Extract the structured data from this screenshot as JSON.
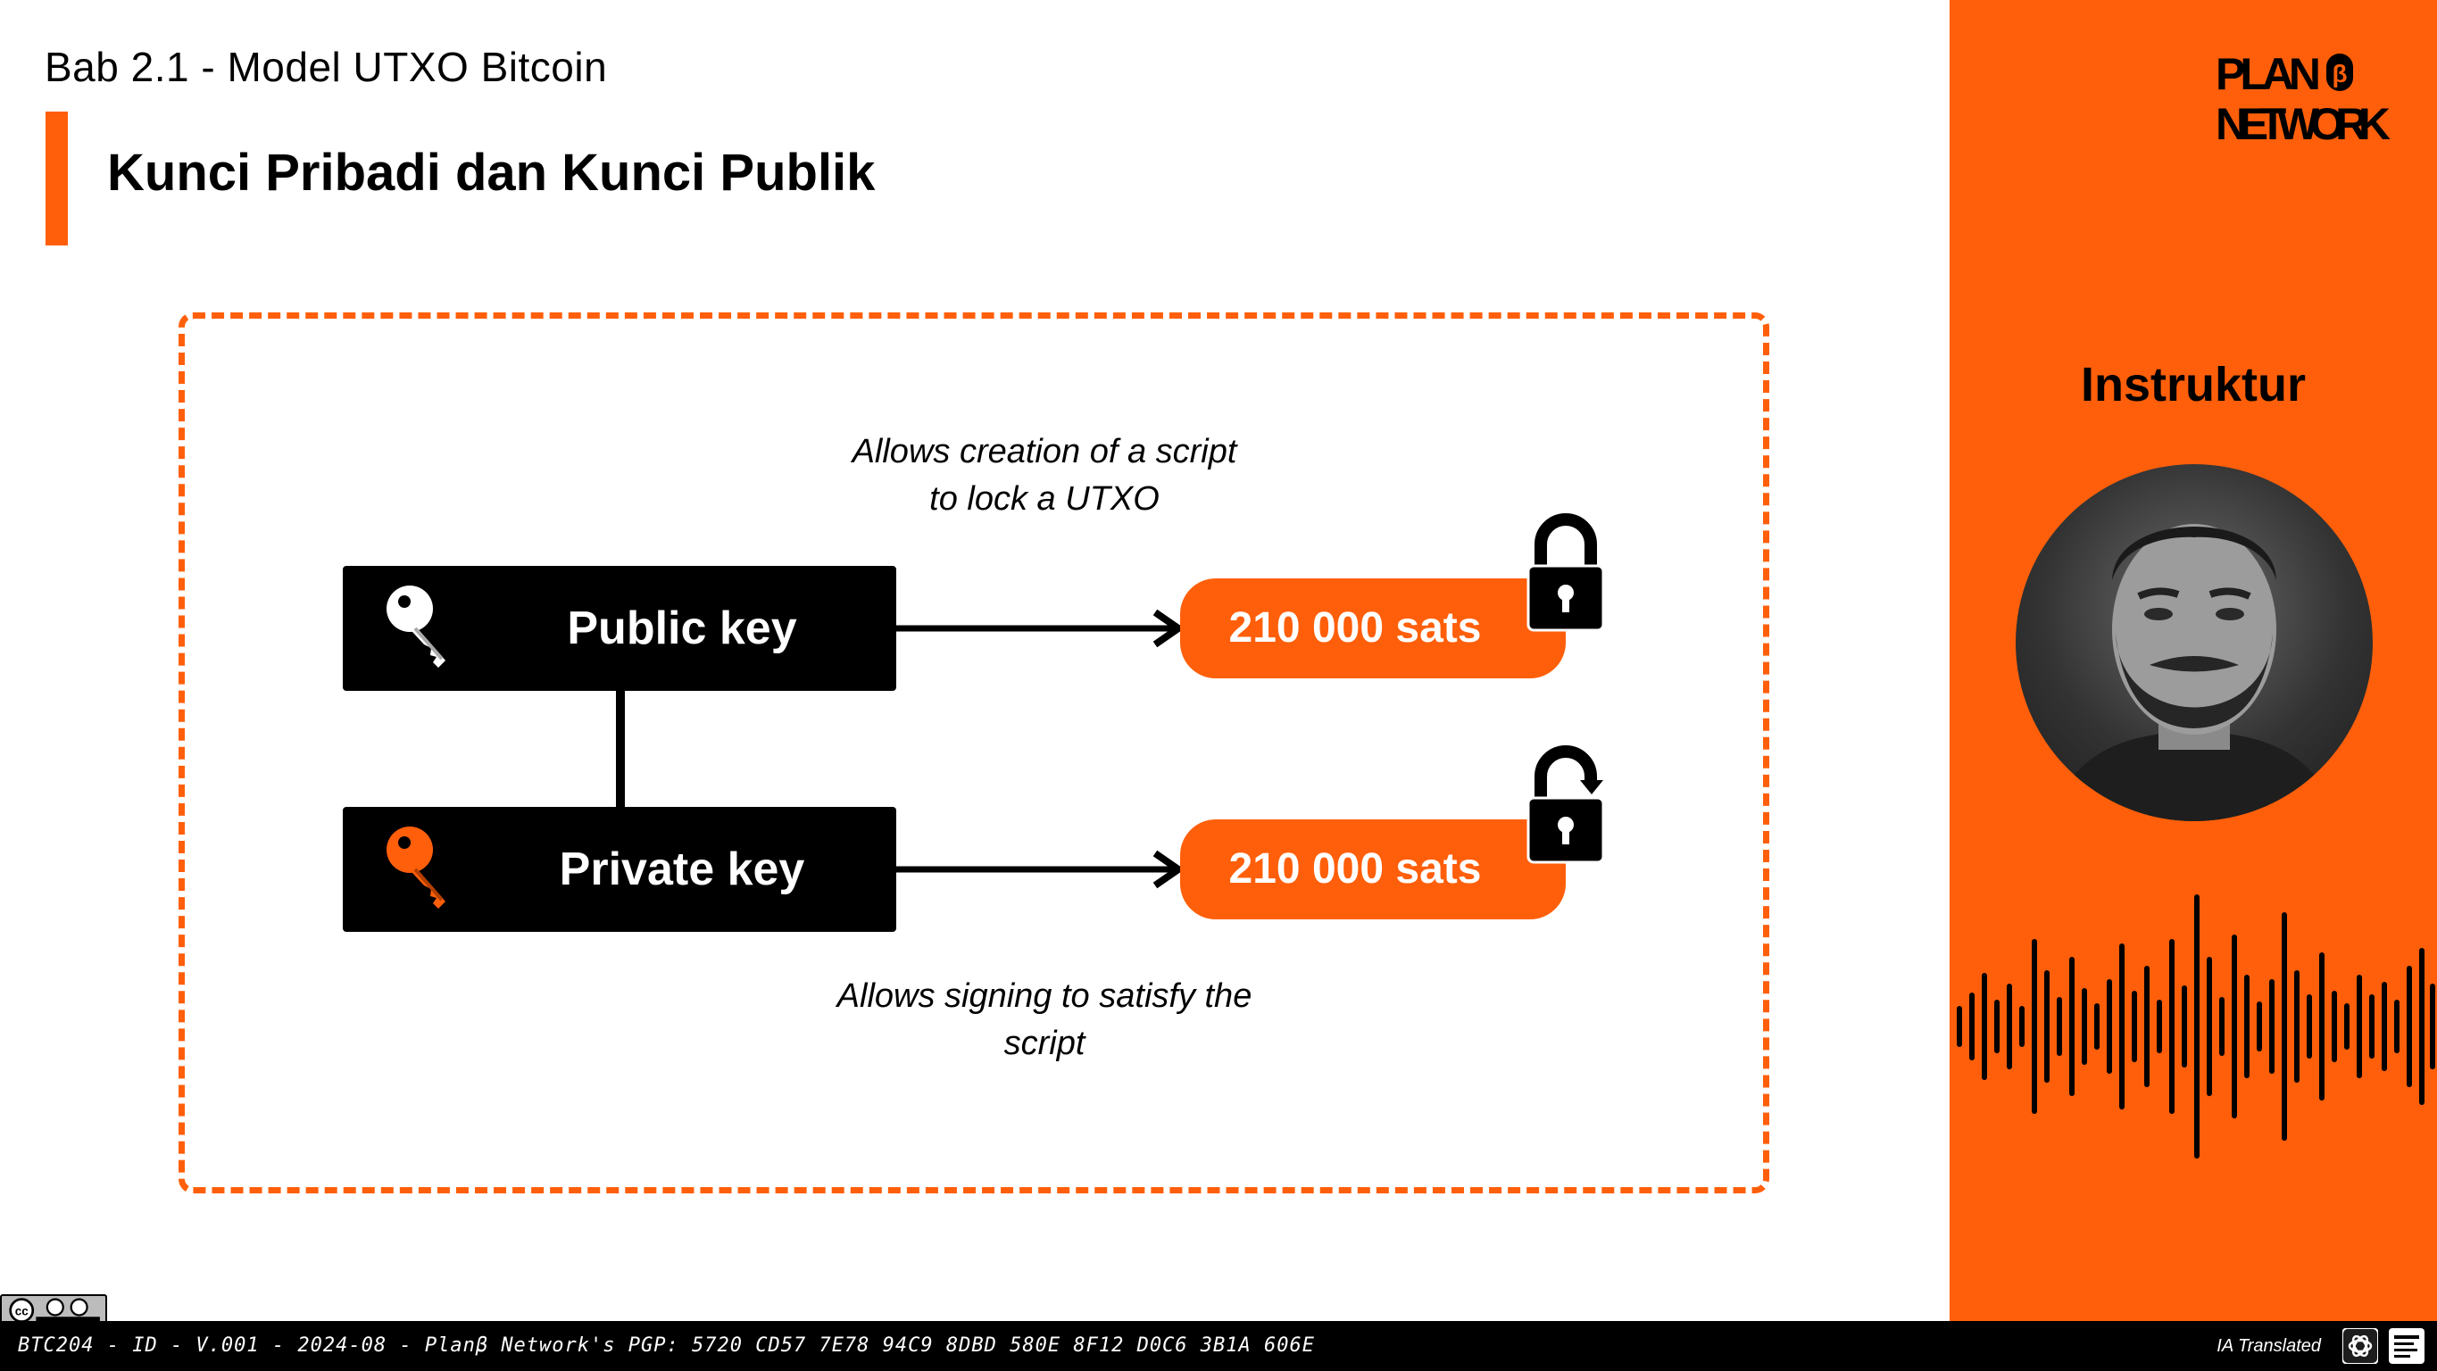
{
  "header": {
    "chapter": "Bab 2.1 - Model UTXO Bitcoin",
    "title": "Kunci Pribadi dan Kunci Publik"
  },
  "diagram": {
    "top_note_line1": "Allows creation of a script",
    "top_note_line2": "to lock a UTXO",
    "public_key_label": "Public key",
    "private_key_label": "Private key",
    "sats_top": "210 000 sats",
    "sats_bottom": "210 000 sats",
    "bottom_note_line1": "Allows signing to satisfy the",
    "bottom_note_line2": "script"
  },
  "sidebar": {
    "logo_line1": "PLAN",
    "logo_line2": "NETWORK",
    "instructor_label": "Instruktur"
  },
  "footer": {
    "text": "BTC204 - ID - V.001 - 2024-08 - Planβ Network's PGP: 5720 CD57 7E78 94C9 8DBD 580E 8F12 D0C6 3B1A 606E",
    "ia_translated": "IA Translated"
  },
  "colors": {
    "accent": "#ff5f0a",
    "dark": "#000000",
    "white": "#ffffff"
  }
}
